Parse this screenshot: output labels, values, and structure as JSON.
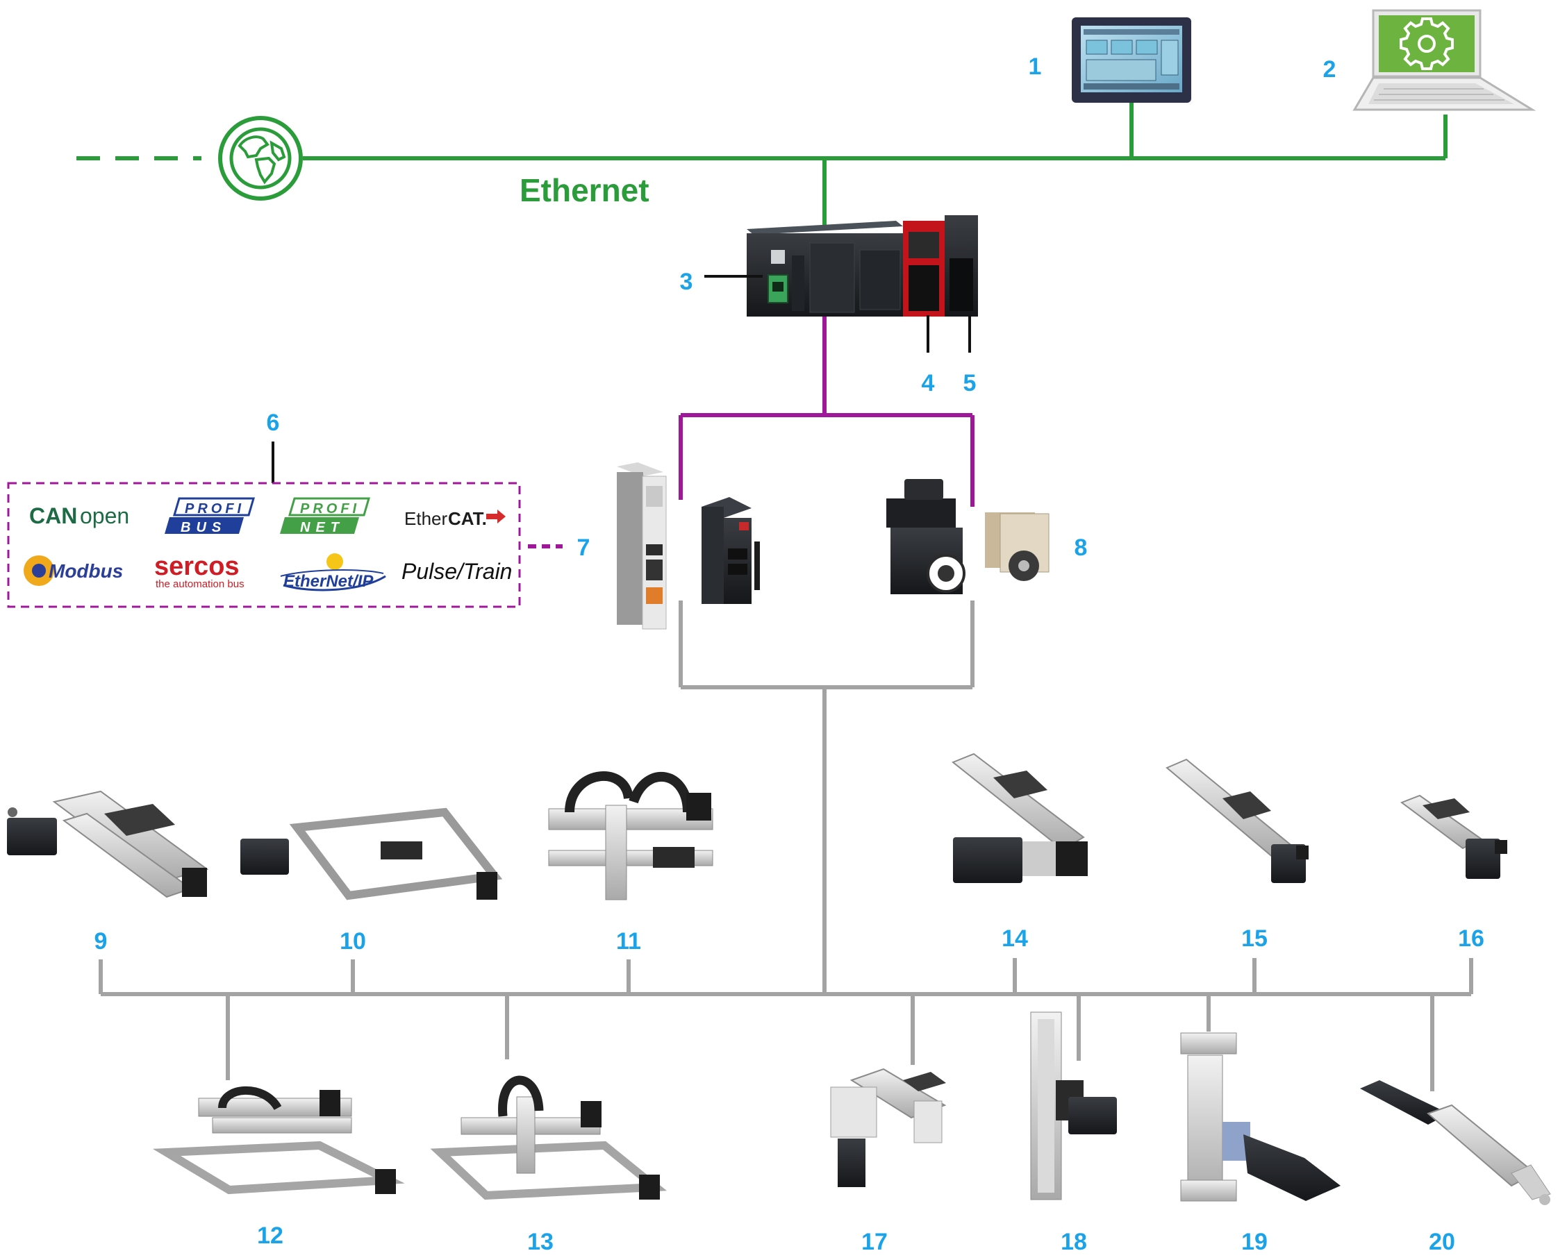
{
  "network": {
    "ethernet_label": "Ethernet"
  },
  "colors": {
    "ethernet": "#2a9d3a",
    "fieldbus": "#a0189a",
    "motion": "#a3a3a3",
    "callout": "#1aa3e8"
  },
  "protocols": {
    "canopen_a": "CAN",
    "canopen_b": "open",
    "profibus_a": "PROFI",
    "profibus_b": "BUS",
    "profinet_a": "PROFI",
    "profinet_b": "NET",
    "ethercat_a": "Ether",
    "ethercat_b": "CAT.",
    "modbus": "Modbus",
    "sercos": "sercos",
    "sercos_sub": "the automation bus",
    "ethernetip": "EtherNet/IP",
    "pulse_train": "Pulse/Train"
  },
  "icons": {
    "globe": "globe-icon",
    "gear": "gear-icon",
    "hmi": "hmi-touch-panel",
    "laptop": "laptop-icon",
    "controller": "plc-controller",
    "drive": "servo-drive",
    "motor": "servo-motor",
    "axis": "linear-axis"
  },
  "callouts": {
    "c1": "1",
    "c2": "2",
    "c3": "3",
    "c4": "4",
    "c5": "5",
    "c6": "6",
    "c7": "7",
    "c8": "8",
    "c9": "9",
    "c10": "10",
    "c11": "11",
    "c12": "12",
    "c13": "13",
    "c14": "14",
    "c15": "15",
    "c16": "16",
    "c17": "17",
    "c18": "18",
    "c19": "19",
    "c20": "20"
  }
}
